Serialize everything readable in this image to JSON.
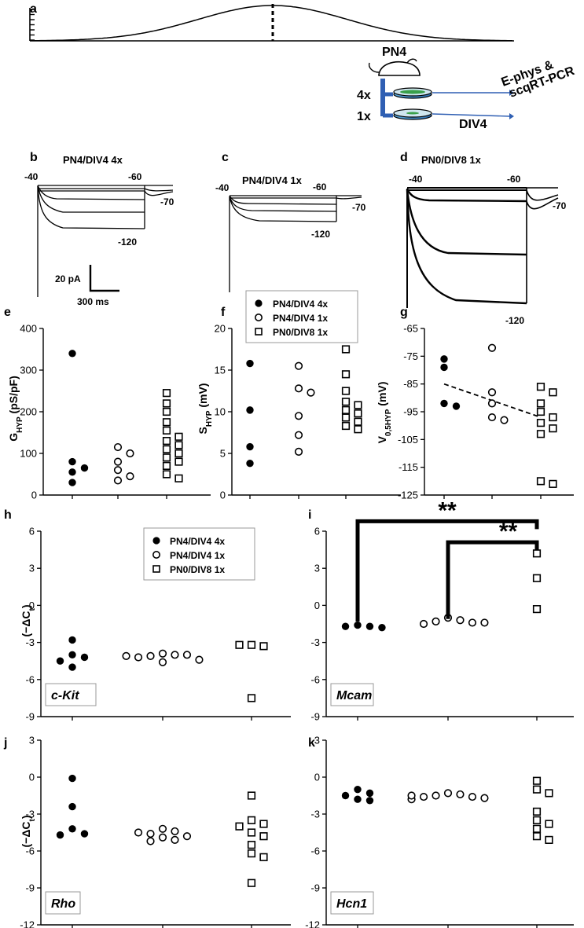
{
  "panels": {
    "a": "a",
    "b": "b",
    "c": "c",
    "d": "d",
    "e": "e",
    "f": "f",
    "g": "g",
    "h": "h",
    "i": "i",
    "j": "j",
    "k": "k"
  },
  "schematic": {
    "animal": "PN4",
    "density_high": "4x",
    "density_low": "1x",
    "readout_line1": "E-phys &",
    "readout_line2": "scqRT-PCR",
    "culture": "DIV4"
  },
  "traces": {
    "b": {
      "title": "PN4/DIV4 4x",
      "hold": "-40",
      "tail": "-60",
      "return": "-70",
      "bottom": "-120"
    },
    "c": {
      "title": "PN4/DIV4 1x",
      "hold": "-40",
      "tail": "-60",
      "return": "-70",
      "bottom": "-120"
    },
    "d": {
      "title": "PN0/DIV8 1x",
      "hold": "-40",
      "tail": "-60",
      "return": "-70",
      "bottom": "-120"
    },
    "scalebar": {
      "current": "20 pA",
      "time": "300 ms"
    }
  },
  "legend": {
    "s1": "PN4/DIV4 4x",
    "s2": "PN4/DIV4 1x",
    "s3": "PN0/DIV8 1x"
  },
  "chart_data": [
    {
      "id": "e",
      "type": "scatter",
      "ylabel": "G_HYP (pS/pF)",
      "ylim": [
        0,
        400
      ],
      "yticks": [
        0,
        100,
        200,
        300,
        400
      ],
      "series": [
        {
          "name": "PN4/DIV4 4x",
          "marker": "filled-circle",
          "values": [
            340,
            80,
            65,
            55,
            30
          ]
        },
        {
          "name": "PN4/DIV4 1x",
          "marker": "open-circle",
          "values": [
            115,
            100,
            80,
            60,
            45,
            35
          ]
        },
        {
          "name": "PN0/DIV8 1x",
          "marker": "open-square",
          "values": [
            245,
            220,
            200,
            175,
            155,
            140,
            130,
            120,
            110,
            100,
            90,
            80,
            70,
            50,
            40
          ]
        }
      ]
    },
    {
      "id": "f",
      "type": "scatter",
      "ylabel": "S_HYP (mV)",
      "ylim": [
        0,
        20
      ],
      "yticks": [
        0,
        5,
        10,
        15,
        20
      ],
      "series": [
        {
          "name": "PN4/DIV4 4x",
          "marker": "filled-circle",
          "values": [
            15.8,
            10.2,
            5.8,
            3.8
          ]
        },
        {
          "name": "PN4/DIV4 1x",
          "marker": "open-circle",
          "values": [
            15.5,
            12.8,
            12.3,
            9.5,
            7.2,
            5.2
          ]
        },
        {
          "name": "PN0/DIV8 1x",
          "marker": "open-square",
          "values": [
            17.5,
            14.5,
            12.5,
            11.2,
            10.8,
            10.2,
            9.8,
            9.3,
            8.8,
            8.3,
            7.9
          ]
        }
      ]
    },
    {
      "id": "g",
      "type": "scatter",
      "ylabel": "V_0,5HYP (mV)",
      "ylim": [
        -125,
        -65
      ],
      "yticks": [
        -65,
        -75,
        -85,
        -95,
        -105,
        -115,
        -125
      ],
      "trendline": {
        "x": [
          1,
          3
        ],
        "y": [
          -85,
          -97
        ]
      },
      "series": [
        {
          "name": "PN4/DIV4 4x",
          "marker": "filled-circle",
          "values": [
            -76,
            -79,
            -92,
            -93
          ]
        },
        {
          "name": "PN4/DIV4 1x",
          "marker": "open-circle",
          "values": [
            -72,
            -88,
            -92,
            -97,
            -98
          ]
        },
        {
          "name": "PN0/DIV8 1x",
          "marker": "open-square",
          "values": [
            -86,
            -88,
            -92,
            -95,
            -97,
            -99,
            -101,
            -103,
            -120,
            -121
          ]
        }
      ]
    },
    {
      "id": "h",
      "type": "scatter",
      "ylabel": "(−ΔC_t)",
      "ylim": [
        -9,
        6
      ],
      "yticks": [
        6,
        3,
        0,
        -3,
        -6,
        -9
      ],
      "gene": "c-Kit",
      "series": [
        {
          "name": "PN4/DIV4 4x",
          "marker": "filled-circle",
          "values": [
            -2.8,
            -4.0,
            -4.2,
            -4.5,
            -5.0
          ]
        },
        {
          "name": "PN4/DIV4 1x",
          "marker": "open-circle",
          "values": [
            -3.9,
            -4.0,
            -4.1,
            -4.0,
            -4.2,
            -4.4,
            -4.1,
            -4.6
          ]
        },
        {
          "name": "PN0/DIV8 1x",
          "marker": "open-square",
          "values": [
            -3.2,
            -3.3,
            -3.2,
            -7.5
          ]
        }
      ]
    },
    {
      "id": "i",
      "type": "scatter",
      "ylabel": "",
      "ylim": [
        -9,
        6
      ],
      "yticks": [
        6,
        3,
        0,
        -3,
        -6,
        -9
      ],
      "gene": "Mcam",
      "significance": [
        {
          "from": 1,
          "to": 3,
          "label": "**"
        },
        {
          "from": 2,
          "to": 3,
          "label": "**"
        }
      ],
      "series": [
        {
          "name": "PN4/DIV4 4x",
          "marker": "filled-circle",
          "values": [
            -1.6,
            -1.7,
            -1.7,
            -1.8
          ]
        },
        {
          "name": "PN4/DIV4 1x",
          "marker": "open-circle",
          "values": [
            -1.0,
            -1.2,
            -1.3,
            -1.4,
            -1.5,
            -1.4
          ]
        },
        {
          "name": "PN0/DIV8 1x",
          "marker": "open-square",
          "values": [
            4.2,
            2.2,
            -0.3
          ]
        }
      ]
    },
    {
      "id": "j",
      "type": "scatter",
      "ylabel": "(−ΔC_t)",
      "ylim": [
        -12,
        3
      ],
      "yticks": [
        3,
        0,
        -3,
        -6,
        -9,
        -12
      ],
      "gene": "Rho",
      "series": [
        {
          "name": "PN4/DIV4 4x",
          "marker": "filled-circle",
          "values": [
            -0.1,
            -2.4,
            -4.2,
            -4.6,
            -4.7
          ]
        },
        {
          "name": "PN4/DIV4 1x",
          "marker": "open-circle",
          "values": [
            -4.2,
            -4.4,
            -4.6,
            -4.9,
            -5.1,
            -5.2,
            -4.8,
            -4.5
          ]
        },
        {
          "name": "PN0/DIV8 1x",
          "marker": "open-square",
          "values": [
            -1.5,
            -3.5,
            -3.8,
            -4.0,
            -4.5,
            -4.8,
            -5.5,
            -6.2,
            -6.5,
            -8.6
          ]
        }
      ]
    },
    {
      "id": "k",
      "type": "scatter",
      "ylabel": "",
      "ylim": [
        -12,
        3
      ],
      "yticks": [
        3,
        0,
        -3,
        -6,
        -9,
        -12
      ],
      "gene": "Hcn1",
      "series": [
        {
          "name": "PN4/DIV4 4x",
          "marker": "filled-circle",
          "values": [
            -1.0,
            -1.3,
            -1.5,
            -1.8,
            -1.9
          ]
        },
        {
          "name": "PN4/DIV4 1x",
          "marker": "open-circle",
          "values": [
            -1.3,
            -1.4,
            -1.5,
            -1.6,
            -1.6,
            -1.7,
            -1.8,
            -1.5
          ]
        },
        {
          "name": "PN0/DIV8 1x",
          "marker": "open-square",
          "values": [
            -0.3,
            -1.0,
            -1.3,
            -2.8,
            -3.5,
            -3.8,
            -4.2,
            -4.8,
            -5.1
          ]
        }
      ]
    }
  ]
}
